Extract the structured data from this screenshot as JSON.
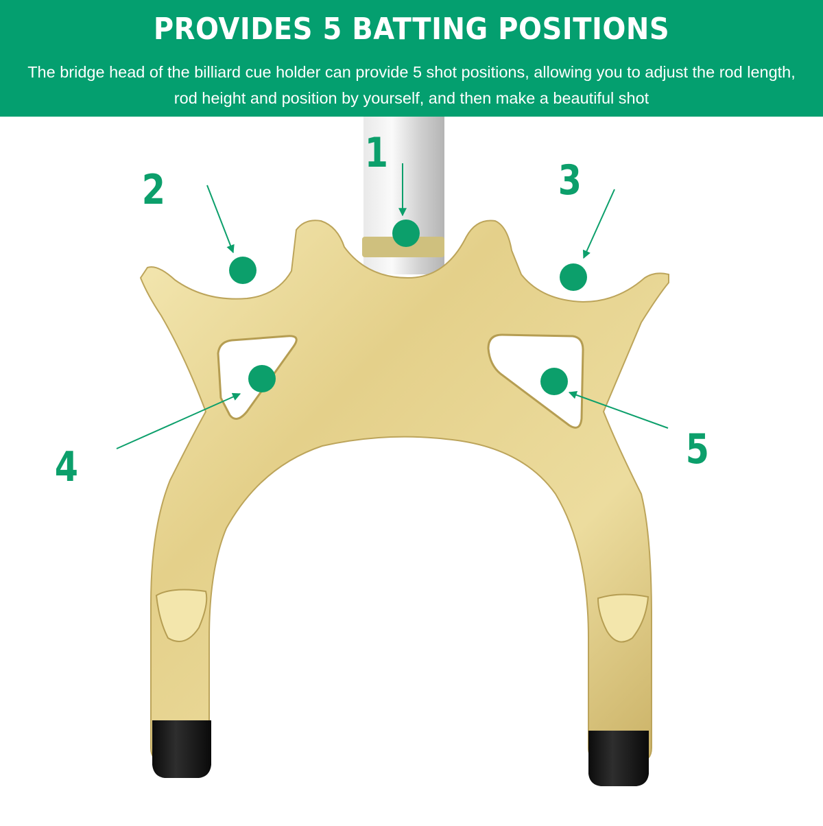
{
  "banner": {
    "title": "PROVIDES 5 BATTING POSITIONS",
    "description": "The bridge head of the billiard cue holder can provide 5 shot positions, allowing you to adjust the rod length, rod height and position by yourself, and then make a beautiful shot"
  },
  "positions": [
    {
      "number": "1",
      "name": "top center notch"
    },
    {
      "number": "2",
      "name": "left notch"
    },
    {
      "number": "3",
      "name": "right notch"
    },
    {
      "number": "4",
      "name": "left triangular opening"
    },
    {
      "number": "5",
      "name": "right triangular opening"
    }
  ],
  "colors": {
    "banner": "#049f6f",
    "accent": "#0c9f6b",
    "brass": "#e6d48a",
    "rubber_tip": "#1a1a1a"
  }
}
